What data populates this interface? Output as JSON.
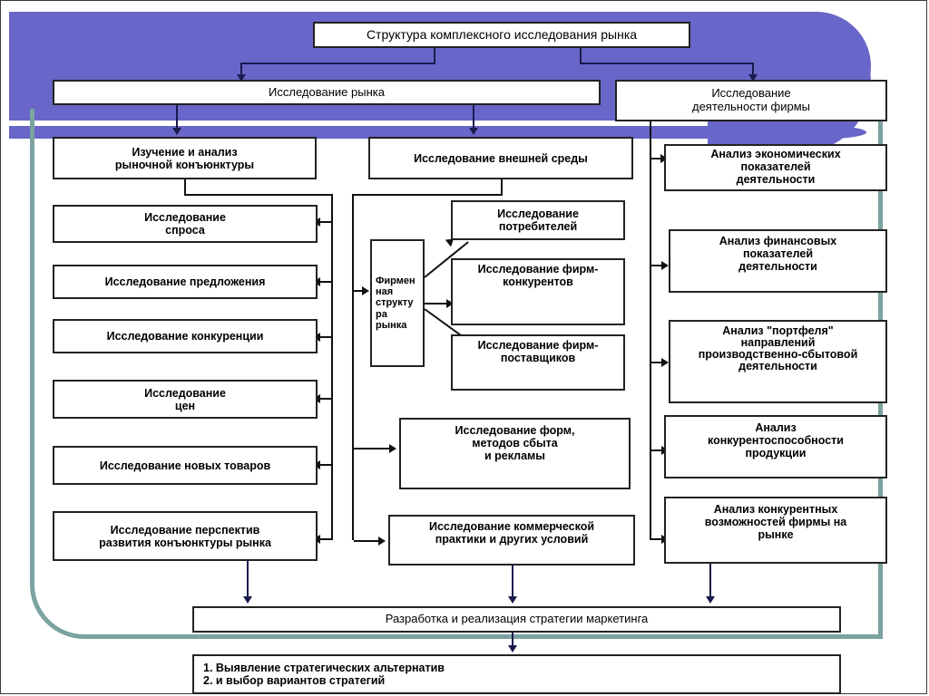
{
  "diagram": {
    "title": "Структура комплексного исследования рынка",
    "theme": {
      "banner_purple": "#6866c8",
      "accent_teal": "#7ba3a0",
      "box_border": "#222222",
      "arrow_navy": "#1a1a4e",
      "background": "#ffffff"
    },
    "level1": {
      "title": "Структура комплексного исследования рынка"
    },
    "level2": [
      {
        "label": "Исследование рынка"
      },
      {
        "label": "Исследование\nдеятельности фирмы",
        "line1": "Исследование",
        "line2": "деятельности фирмы"
      }
    ],
    "level3": [
      {
        "line1": "Изучение и анализ",
        "line2": "рыночной конъюнктуры"
      },
      {
        "line1": "Исследование внешней среды",
        "line2": ""
      }
    ],
    "left_column": [
      {
        "line1": "Исследование",
        "line2": "спроса"
      },
      {
        "line1": "Исследование предложения",
        "line2": ""
      },
      {
        "line1": "Исследование конкуренции",
        "line2": ""
      },
      {
        "line1": "Исследование",
        "line2": "цен"
      },
      {
        "line1": "Исследование новых товаров",
        "line2": ""
      },
      {
        "line1": "Исследование перспектив",
        "line2": "развития конъюнктуры рынка"
      }
    ],
    "middle_hub": {
      "label": "Фирмен\nная\nструкту\nра\nрынка",
      "lines": [
        "Фирмен",
        "ная",
        "структу",
        "ра",
        "рынка"
      ]
    },
    "middle_column": [
      {
        "line1": "Исследование",
        "line2": "потребителей",
        "line3": ""
      },
      {
        "line1": "Исследование фирм-",
        "line2": "конкурентов",
        "line3": ""
      },
      {
        "line1": "Исследование фирм-",
        "line2": "поставщиков",
        "line3": ""
      },
      {
        "line1": "Исследование форм,",
        "line2": "методов сбыта",
        "line3": "и рекламы"
      },
      {
        "line1": "Исследование коммерческой",
        "line2": "практики и других условий",
        "line3": ""
      }
    ],
    "right_column": [
      {
        "line1": "Анализ экономических",
        "line2": "показателей",
        "line3": "деятельности",
        "line4": ""
      },
      {
        "line1": "Анализ финансовых",
        "line2": "показателей",
        "line3": "деятельности",
        "line4": ""
      },
      {
        "line1": "Анализ \"портфеля\"",
        "line2": "направлений",
        "line3": "производственно-сбытовой",
        "line4": "деятельности"
      },
      {
        "line1": "Анализ",
        "line2": "конкурентоспособности",
        "line3": "продукции",
        "line4": ""
      },
      {
        "line1": "Анализ конкурентных",
        "line2": "возможностей фирмы на",
        "line3": "рынке",
        "line4": ""
      }
    ],
    "strategy": {
      "label": "Разработка и реализация стратегии маркетинга"
    },
    "outcomes": {
      "item1": "1. Выявление стратегических альтернатив",
      "item2": "2. и выбор вариантов стратегий"
    }
  }
}
